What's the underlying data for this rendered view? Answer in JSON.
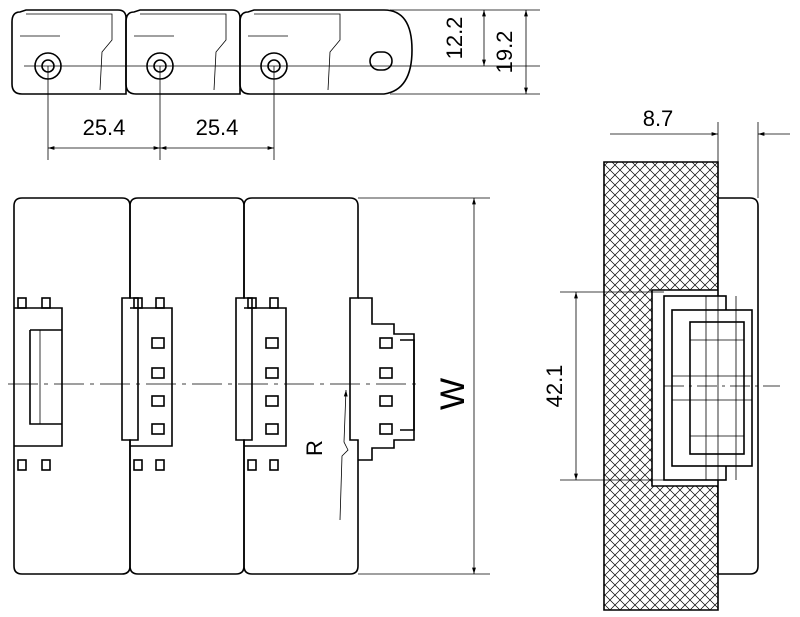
{
  "dimensions": {
    "pitch_left": "25.4",
    "pitch_right": "25.4",
    "link_height_inner": "12.2",
    "link_height_total": "19.2",
    "offset_right": "8.7",
    "guide_height": "42.1",
    "width_label": "W",
    "radius_label": "R"
  },
  "colors": {
    "line": "#000000",
    "background": "#ffffff"
  }
}
